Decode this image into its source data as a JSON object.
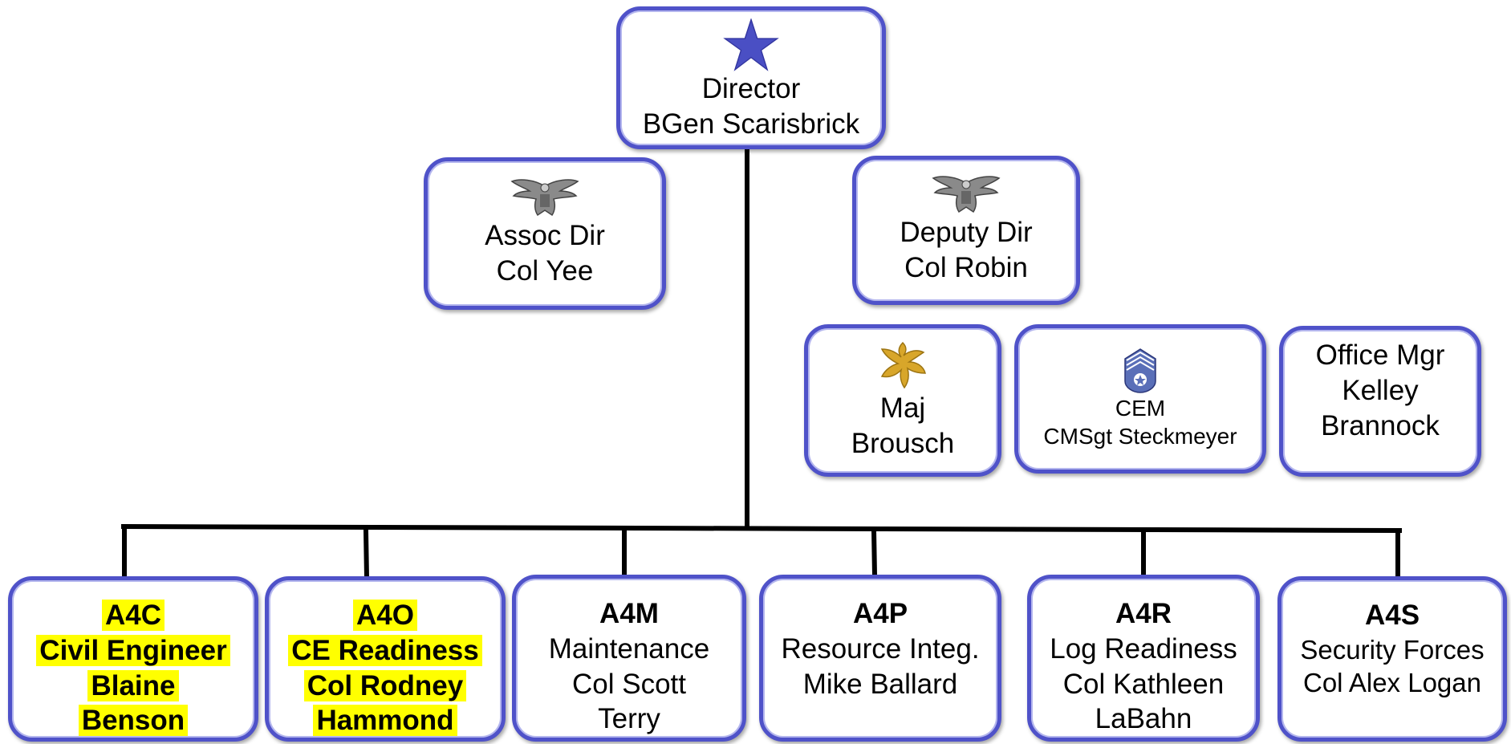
{
  "director": {
    "insignia": "star-icon",
    "title": "Director",
    "name": "BGen Scarisbrick"
  },
  "assoc": {
    "insignia": "eagle-icon",
    "title": "Assoc Dir",
    "name": "Col Yee"
  },
  "deputy": {
    "insignia": "eagle-icon",
    "title": "Deputy Dir",
    "name": "Col Robin"
  },
  "staff": [
    {
      "insignia": "oak-leaf-icon",
      "line1": "Maj",
      "line2": "Brousch"
    },
    {
      "insignia": "chevron-icon",
      "line1": "CEM",
      "line2": "CMSgt Steckmeyer"
    },
    {
      "line1": "Office Mgr",
      "line2": "Kelley",
      "line3": "Brannock"
    }
  ],
  "divisions": [
    {
      "code": "A4C",
      "lines": [
        "Civil Engineer",
        "Blaine",
        "Benson"
      ],
      "highlighted": true
    },
    {
      "code": "A4O",
      "lines": [
        "CE Readiness",
        "Col Rodney",
        "Hammond"
      ],
      "highlighted": true
    },
    {
      "code": "A4M",
      "lines": [
        "Maintenance",
        "Col Scott",
        "Terry"
      ],
      "highlighted": false
    },
    {
      "code": "A4P",
      "lines": [
        "Resource Integ.",
        "Mike Ballard"
      ],
      "highlighted": false
    },
    {
      "code": "A4R",
      "lines": [
        "Log Readiness",
        "Col Kathleen",
        "LaBahn"
      ],
      "highlighted": false
    },
    {
      "code": "A4S",
      "lines": [
        "Security Forces",
        "Col Alex Logan"
      ],
      "highlighted": false
    }
  ],
  "colors": {
    "border": "#4f52c9",
    "star": "#4a4fc4",
    "highlight": "#ffff00",
    "oak_leaf": "#d8a62a",
    "line": "#000000"
  }
}
